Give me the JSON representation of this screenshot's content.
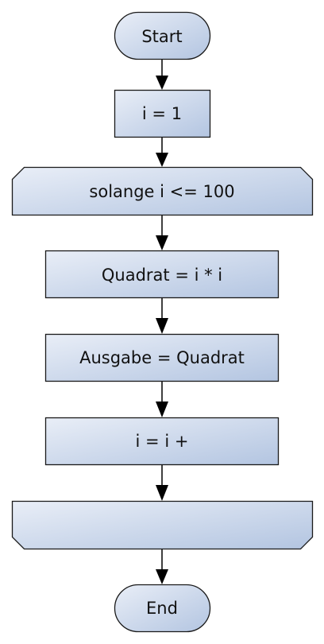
{
  "diagram": {
    "nodes": {
      "start": "Start",
      "init": "i = 1",
      "loop": "solange i <= 100",
      "square": "Quadrat = i * i",
      "output": "Ausgabe = Quadrat",
      "increment": "i = i +",
      "loop_end": "",
      "end": "End"
    }
  },
  "colors": {
    "fill_light": "#e8edf6",
    "fill_dark": "#b2c4e0",
    "stroke": "#1a1a1a",
    "arrow": "#000000"
  }
}
